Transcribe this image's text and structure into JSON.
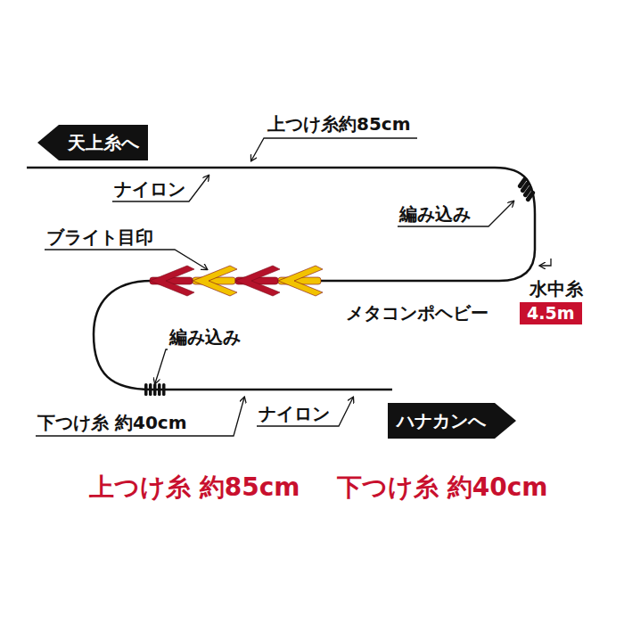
{
  "diagram": {
    "nodes": [
      {
        "text": [
          "天上糸へ"
        ]
      },
      {
        "text": [
          "ハナカンへ"
        ]
      },
      {
        "text": [
          "4.5m"
        ]
      }
    ],
    "labels": [
      "上つけ糸約85cm",
      "ナイロン",
      "編み込み",
      "ブライト目印",
      "水中糸",
      "メタコンポヘビー",
      "編み込み",
      "下つけ糸 約40cm",
      "ナイロン",
      "上つけ糸 約85cm",
      "下つけ糸 約40cm"
    ]
  }
}
